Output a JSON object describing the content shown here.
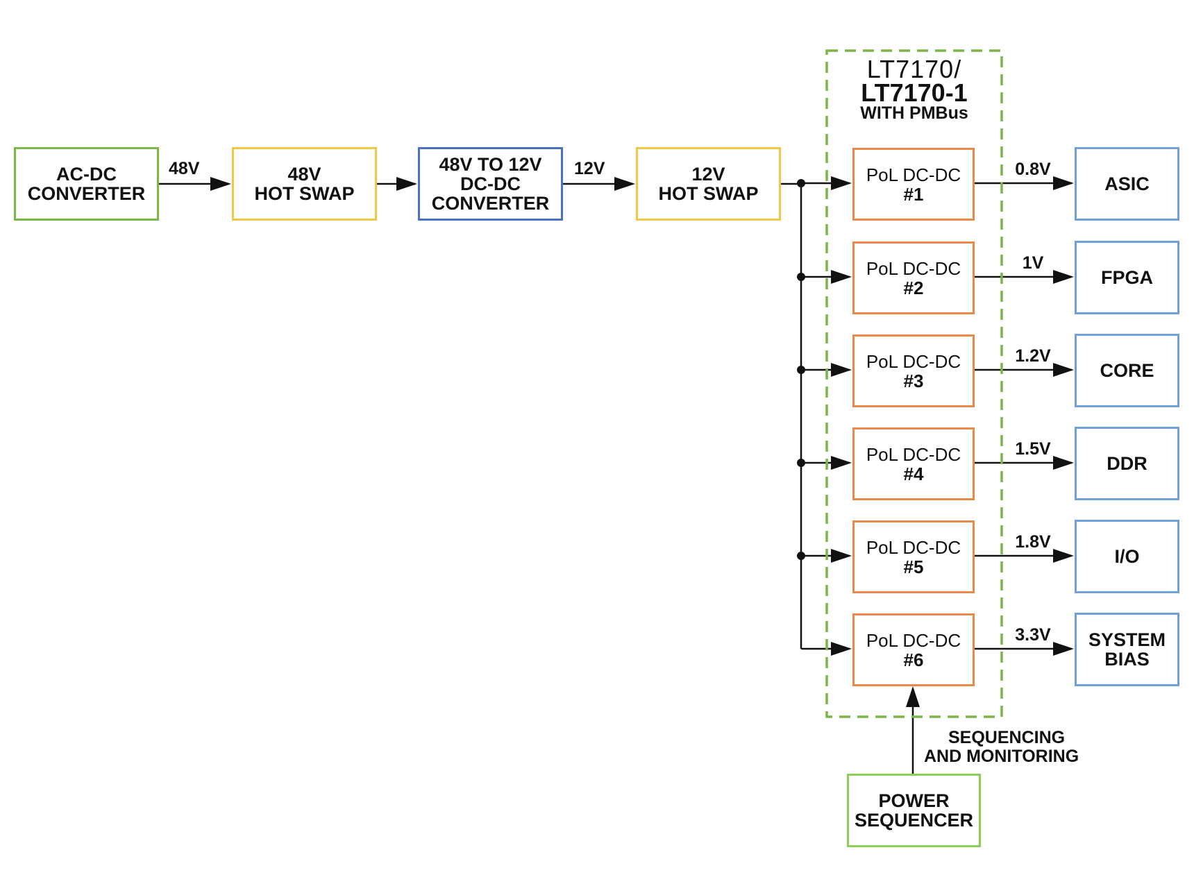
{
  "colors": {
    "source_green": "#7ab648",
    "hot_swap_yellow": "#f2c744",
    "converter_blue": "#4a72c4",
    "pol_orange": "#e8894a",
    "load_blue": "#6fa0dc",
    "sequencer_green": "#8dcf5a",
    "line": "#111111"
  },
  "chain": {
    "ac_dc": [
      "AC-DC",
      "CONVERTER"
    ],
    "hot_swap_48": [
      "48V",
      "HOT SWAP"
    ],
    "dc_dc": [
      "48V TO 12V",
      "DC-DC",
      "CONVERTER"
    ],
    "hot_swap_12": [
      "12V",
      "HOT SWAP"
    ],
    "link_48v": "48V",
    "link_12v": "12V"
  },
  "group": {
    "title_line1": "LT7170/",
    "title_line2": "LT7170-1",
    "title_line3": "WITH PMBus"
  },
  "pol_label": "PoL DC-DC",
  "rails": [
    {
      "pol": "#1",
      "voltage": "0.8V",
      "load": [
        "ASIC"
      ]
    },
    {
      "pol": "#2",
      "voltage": "1V",
      "load": [
        "FPGA"
      ]
    },
    {
      "pol": "#3",
      "voltage": "1.2V",
      "load": [
        "CORE"
      ]
    },
    {
      "pol": "#4",
      "voltage": "1.5V",
      "load": [
        "DDR"
      ]
    },
    {
      "pol": "#5",
      "voltage": "1.8V",
      "load": [
        "I/O"
      ]
    },
    {
      "pol": "#6",
      "voltage": "3.3V",
      "load": [
        "SYSTEM",
        "BIAS"
      ]
    }
  ],
  "sequencer": {
    "box": [
      "POWER",
      "SEQUENCER"
    ],
    "signal_line1": "SEQUENCING",
    "signal_line2": "AND MONITORING"
  }
}
